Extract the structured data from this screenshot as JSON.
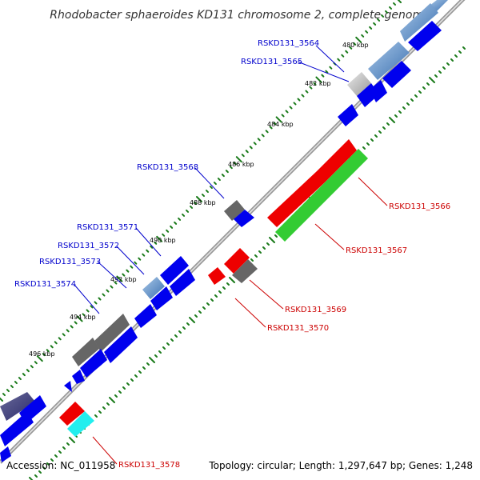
{
  "title": "Rhodobacter sphaeroides KD131 chromosome 2, complete genome",
  "footer": {
    "accession": "Accession: NC_011958",
    "summary": "Topology: circular; Length: 1,297,647 bp; Genes: 1,248"
  },
  "ticks": [
    "480 kbp",
    "482 kbp",
    "484 kbp",
    "486 kbp",
    "488 kbp",
    "490 kbp",
    "492 kbp",
    "494 kbp",
    "496 kbp"
  ],
  "colors": {
    "forward_label": "#0000cc",
    "reverse_label": "#cc0000",
    "backbone": "#808080",
    "cds_blue": "#0000ee",
    "cds_red": "#ee0000",
    "cds_green": "#33cc33",
    "cds_gray": "#666666",
    "cds_cyan": "#22eeee",
    "tick_green": "#1a7a1a"
  },
  "gene_labels": {
    "forward": [
      "RSKD131_3564",
      "RSKD131_3565",
      "RSKD131_3568",
      "RSKD131_3571",
      "RSKD131_3572",
      "RSKD131_3573",
      "RSKD131_3574"
    ],
    "reverse": [
      "RSKD131_3566",
      "RSKD131_3567",
      "RSKD131_3569",
      "RSKD131_3570",
      "RSKD131_3578"
    ]
  }
}
